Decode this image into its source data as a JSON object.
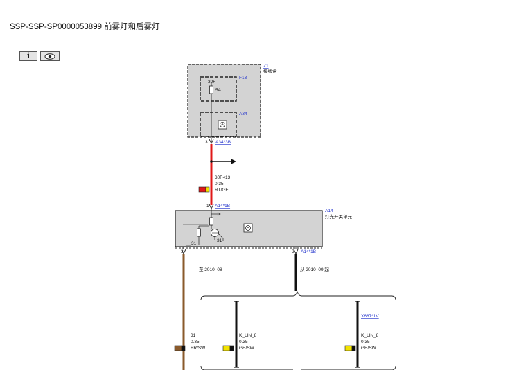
{
  "title": "SSP-SSP-SP0000053899 前雾灯和后雾灯",
  "toolbar": {
    "info_label": "i"
  },
  "components": {
    "z1": {
      "ref": "Z1",
      "name": "接线盒"
    },
    "f13": {
      "ref": "F13",
      "pin": "30F",
      "rating": "5A"
    },
    "a34": {
      "ref": "A34"
    },
    "a14": {
      "ref": "A14",
      "name": "灯光开关单元",
      "inner_pin": "31",
      "inner_pin2": "31"
    },
    "x687": {
      "ref": "X687*1V"
    }
  },
  "connectors": {
    "a34_3b": {
      "pin": "3",
      "ref": "A34*3B"
    },
    "a14_1b": {
      "pin": "1",
      "ref": "A14*1B"
    },
    "a14_2b": {
      "pin": "2",
      "ref": "A14*1B"
    },
    "a14_3": {
      "pin": "3"
    }
  },
  "wires": {
    "w_30f": {
      "signal": "30F<13",
      "size": "0.35",
      "color_code": "RT/GE",
      "c1": "#e01818",
      "c2": "#f2e200"
    },
    "w_31": {
      "signal": "31",
      "size": "0.35",
      "color_code": "BR/SW",
      "c1": "#8a5a2b",
      "c2": "#111111"
    },
    "w_klin_left": {
      "signal": "K_LIN_8",
      "size": "0.35",
      "color_code": "GE/SW",
      "c1": "#f2e200",
      "c2": "#111111"
    },
    "w_klin_right": {
      "signal": "K_LIN_8",
      "size": "0.35",
      "color_code": "GE/SW",
      "c1": "#f2e200",
      "c2": "#111111"
    }
  },
  "notes": {
    "until": "至 2010_08",
    "from": "从 2010_09 起"
  }
}
